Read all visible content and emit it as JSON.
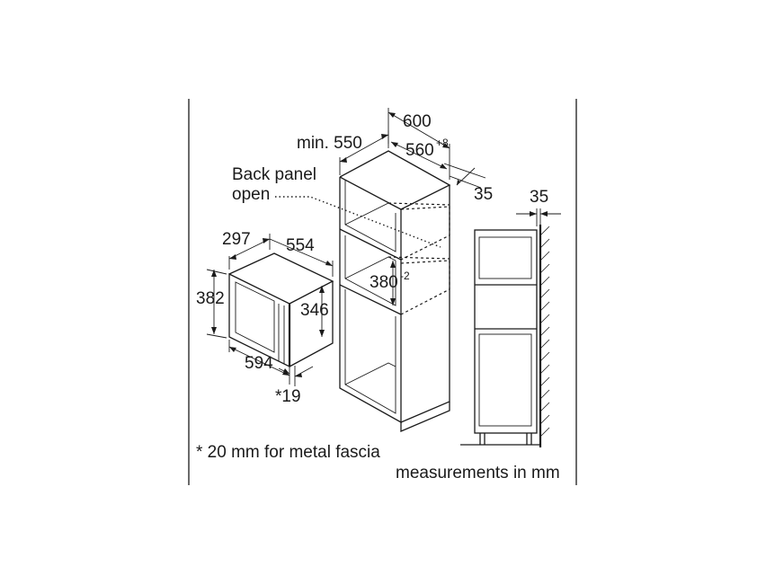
{
  "dimensions": {
    "width_600": "600",
    "min_550": "min. 550",
    "width_560": "560",
    "width_560_tol": "+8",
    "depth_35": "35",
    "side_35": "35",
    "height_380": "380",
    "height_380_tol": "-2",
    "appliance_depth_297": "297",
    "appliance_width_554": "554",
    "appliance_height_382": "382",
    "appliance_inner_346": "346",
    "appliance_front_594": "594",
    "fascia_19": "*19"
  },
  "labels": {
    "back_panel_line1": "Back panel",
    "back_panel_line2": "open",
    "note_fascia": "* 20 mm for metal fascia",
    "note_units": "measurements in mm"
  }
}
